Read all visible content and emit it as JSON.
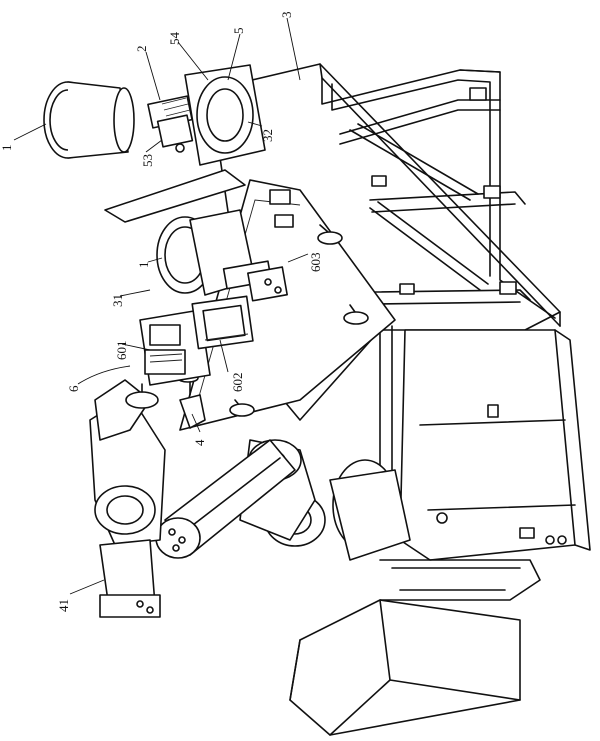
{
  "reference_numerals": [
    {
      "id": "n1a",
      "text": "1"
    },
    {
      "id": "n2",
      "text": "2"
    },
    {
      "id": "n54",
      "text": "54"
    },
    {
      "id": "n5",
      "text": "5"
    },
    {
      "id": "n3",
      "text": "3"
    },
    {
      "id": "n53",
      "text": "53"
    },
    {
      "id": "n32",
      "text": "32"
    },
    {
      "id": "n1b",
      "text": "1"
    },
    {
      "id": "n603",
      "text": "603"
    },
    {
      "id": "n31",
      "text": "31"
    },
    {
      "id": "n601",
      "text": "601"
    },
    {
      "id": "n602",
      "text": "602"
    },
    {
      "id": "n6",
      "text": "6"
    },
    {
      "id": "n4",
      "text": "4"
    },
    {
      "id": "n41",
      "text": "41"
    }
  ]
}
